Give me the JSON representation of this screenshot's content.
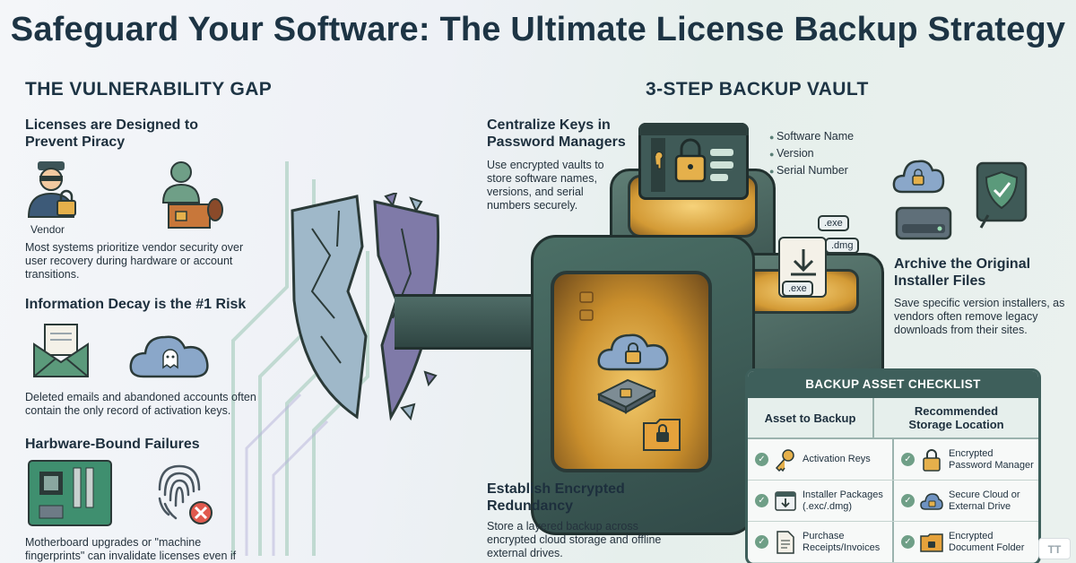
{
  "title": "Safeguard Your Software: The Ultimate License Backup Strategy",
  "left": {
    "heading": "THE VULNERABILITY GAP",
    "sections": [
      {
        "title": "Licenses are Designed to Prevent Piracy",
        "icon_label": "Vendor",
        "text": "Most systems prioritize vendor security over user recovery during hardware or account transitions."
      },
      {
        "title": "Information Decay is the #1 Risk",
        "text": "Deleted emails and abandoned accounts often contain the only record of activation keys."
      },
      {
        "title": "Harbware-Bound Failures",
        "text": "Motherboard upgrades or \"machine fingerprints\" can invalidate licenses even if keys are saved."
      }
    ]
  },
  "right": {
    "heading": "3-STEP BACKUP VAULT",
    "step1": {
      "title": "Centralize Keys in Password Managers",
      "text": "Use encrypted vaults to store software names, versions, and serial numbers securely.",
      "bullets": [
        "Software Name",
        "Version",
        "Serial Number"
      ]
    },
    "step2": {
      "title": "Archive the Original Installer Files",
      "text": "Save specific version installers, as vendors often remove legacy downloads from their sites.",
      "ext_tags": [
        ".exe",
        ".dmg",
        ".exe"
      ]
    },
    "step3": {
      "title": "Establish Encrypted Redundancy",
      "text": "Store a layered backup across encrypted cloud storage and offline external drives."
    }
  },
  "checklist": {
    "title": "BACKUP ASSET CHECKLIST",
    "col_asset": "Asset to Backup",
    "col_storage": "Recommended Storage Location",
    "rows": [
      {
        "asset": "Activation Reys",
        "storage": "Encrypted Password Manager",
        "asset_icon": "key-icon",
        "storage_icon": "padlock-icon"
      },
      {
        "asset": "Installer Packages (.exc/.dmg)",
        "storage": "Secure Cloud or External Drive",
        "asset_icon": "download-window-icon",
        "storage_icon": "cloud-lock-icon"
      },
      {
        "asset": "Purchase Receipts/Invoices",
        "storage": "Encrypted Document Folder",
        "asset_icon": "document-icon",
        "storage_icon": "folder-lock-icon"
      }
    ]
  },
  "corner_logo": "TT",
  "colors": {
    "teal_dark": "#3e5f5b",
    "gold": "#e5b04b",
    "navy": "#1d3444"
  }
}
